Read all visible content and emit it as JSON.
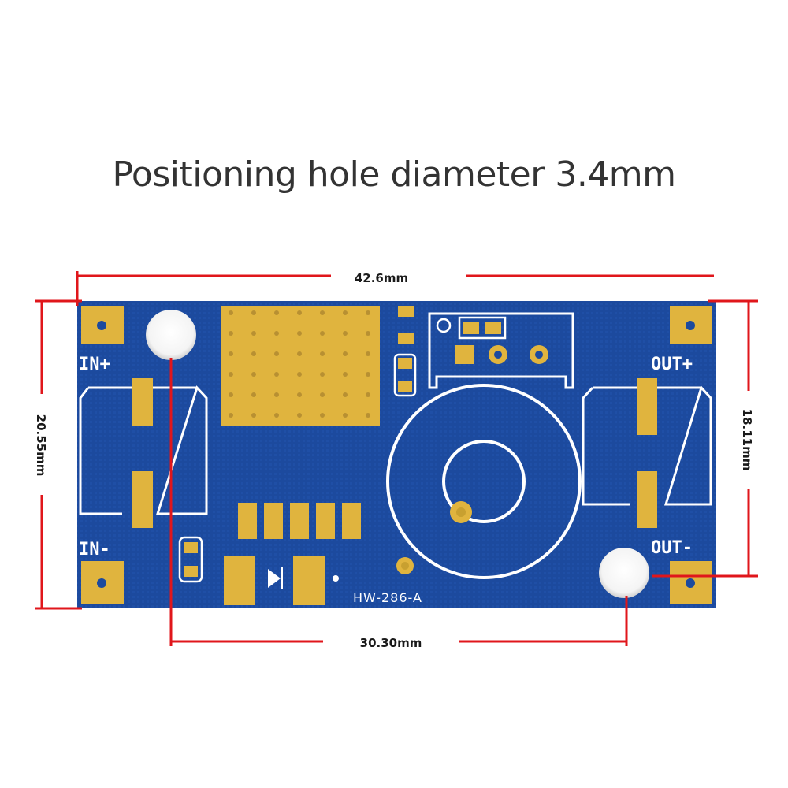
{
  "title": "Positioning hole diameter 3.4mm",
  "board": {
    "model_label": "HW-286-A",
    "pin_labels": {
      "in_plus": "IN+",
      "in_minus": "IN-",
      "out_plus": "OUT+",
      "out_minus": "OUT-"
    }
  },
  "dimensions": {
    "width": "42.6mm",
    "left_height": "20.55mm",
    "right_height": "18.11mm",
    "hole_spacing": "30.30mm"
  },
  "colors": {
    "pcb": "#1c4a9e",
    "pad": "#e0b43e",
    "silkscreen": "#ffffff",
    "dimension_line": "#e0161b"
  }
}
